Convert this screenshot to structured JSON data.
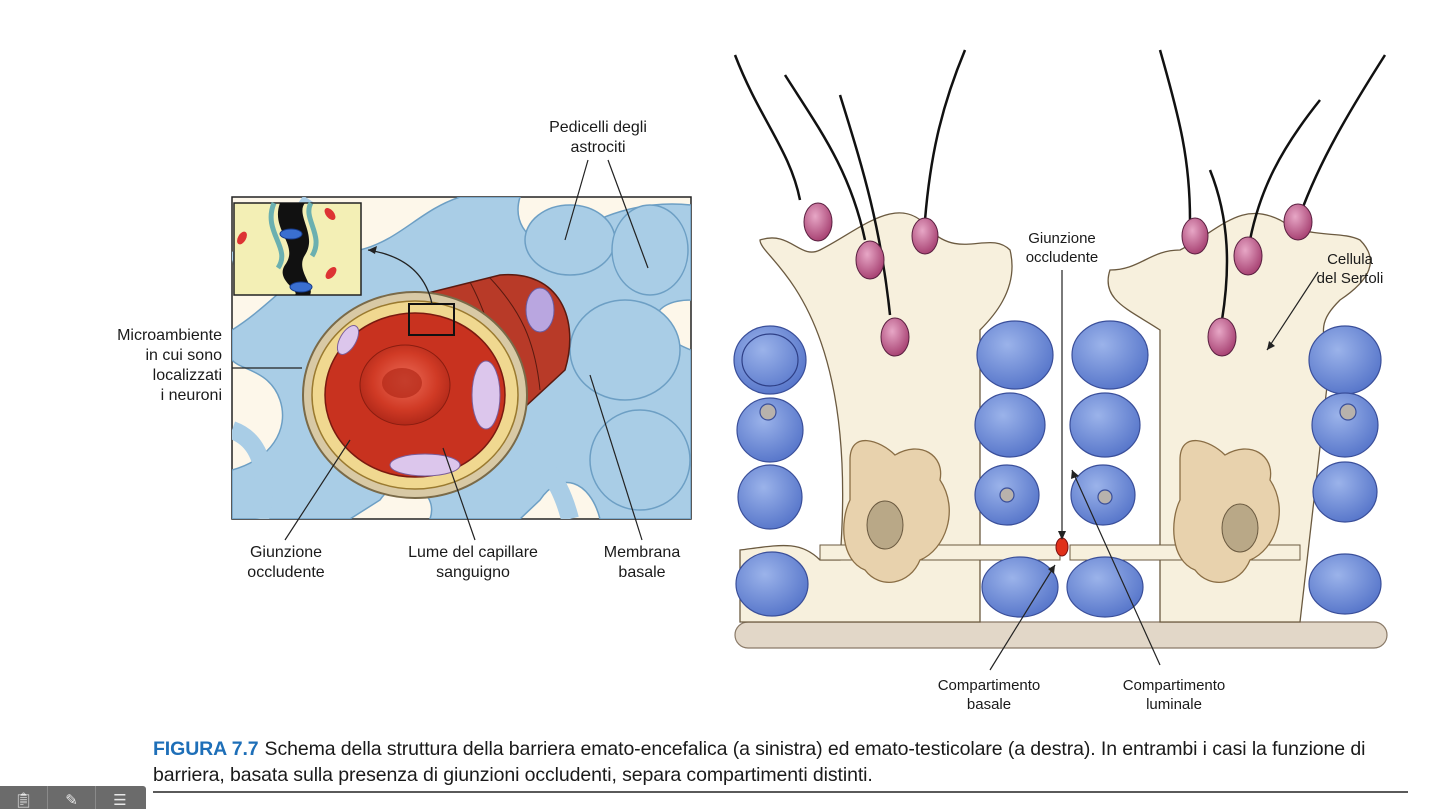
{
  "left_panel": {
    "label_pedicelli": [
      "Pedicelli degli",
      "astrociti"
    ],
    "label_microambiente": [
      "Microambiente",
      "in cui sono",
      "localizzati",
      "i neuroni"
    ],
    "label_giunzione": [
      "Giunzione",
      "occludente"
    ],
    "label_lume": [
      "Lume del capillare",
      "sanguigno"
    ],
    "label_membrana": [
      "Membrana",
      "basale"
    ]
  },
  "right_panel": {
    "label_giunzione": [
      "Giunzione",
      "occludente"
    ],
    "label_sertoli": [
      "Cellula",
      "del Sertoli"
    ],
    "label_basale": [
      "Compartimento",
      "basale"
    ],
    "label_luminale": [
      "Compartimento",
      "luminale"
    ]
  },
  "caption": {
    "figure_number": "FIGURA 7.7",
    "text": "Schema della struttura della barriera emato-encefalica (a sinistra) ed emato-testicolare (a destra). In entrambi i casi la funzione di barriera, basata sulla presenza di giunzioni occludenti, separa compartimenti distinti."
  },
  "toolbar": {
    "icons": [
      "clipboard-icon",
      "pencil-icon",
      "list-icon"
    ]
  },
  "colors": {
    "astrocyte": "#a9cde6",
    "astrocyte_stroke": "#6d9fc4",
    "blood": "#c8321f",
    "cell_cytoplasm": "#f7f0dd",
    "nucleus_blue": "#6f8fd6",
    "caption_blue": "#1e6fb8"
  }
}
